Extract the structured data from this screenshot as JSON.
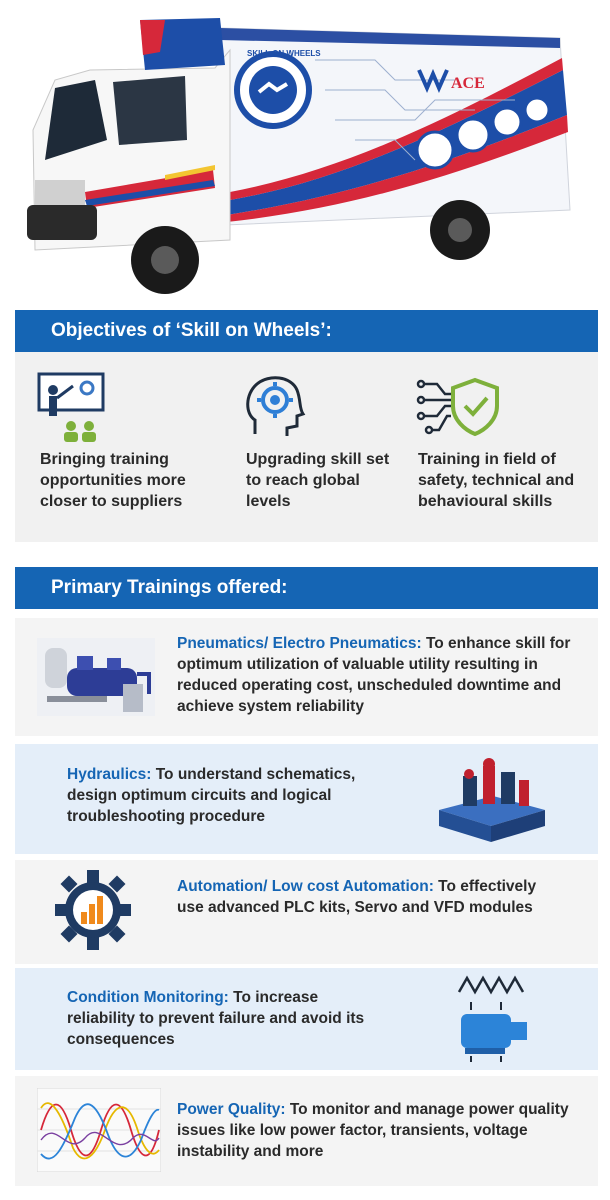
{
  "truck": {
    "badge_text": "SKILL ON WHEELS",
    "brand_text": "ACE"
  },
  "objectives": {
    "header": "Objectives of ‘Skill on Wheels’:",
    "items": [
      {
        "icon": "presentation-teacher-icon",
        "text": "Bringing training opportunities more closer to suppliers"
      },
      {
        "icon": "head-gear-icon",
        "text": "Upgrading skill set to reach global levels"
      },
      {
        "icon": "circuit-shield-check-icon",
        "text": "Training in field of safety, technical and behavioural skills"
      }
    ]
  },
  "trainings": {
    "header": "Primary Trainings offered:",
    "items": [
      {
        "title": "Pneumatics/ Electro Pneumatics:",
        "desc": " To enhance skill for optimum utilization of valuable utility resulting in reduced operating cost, unscheduled downtime and achieve system reliability",
        "icon": "pneumatic-machine-icon"
      },
      {
        "title": "Hydraulics:",
        "desc": " To understand schematics, design optimum circuits and logical troubleshooting procedure",
        "icon": "hydraulic-unit-icon"
      },
      {
        "title": "Automation/ Low cost Automation:",
        "desc": " To effectively use advanced PLC kits, Servo and VFD modules",
        "icon": "gear-chart-icon"
      },
      {
        "title": "Condition Monitoring:",
        "desc": " To increase reliability to prevent failure and avoid its consequences",
        "icon": "motor-vibration-icon"
      },
      {
        "title": "Power Quality:",
        "desc": " To monitor and manage power quality issues like low power factor, transients, voltage instability and more",
        "icon": "waveform-chart-icon"
      }
    ]
  },
  "colors": {
    "accent": "#1565b4",
    "title_blue": "#1565b4",
    "red": "#d6283a"
  }
}
